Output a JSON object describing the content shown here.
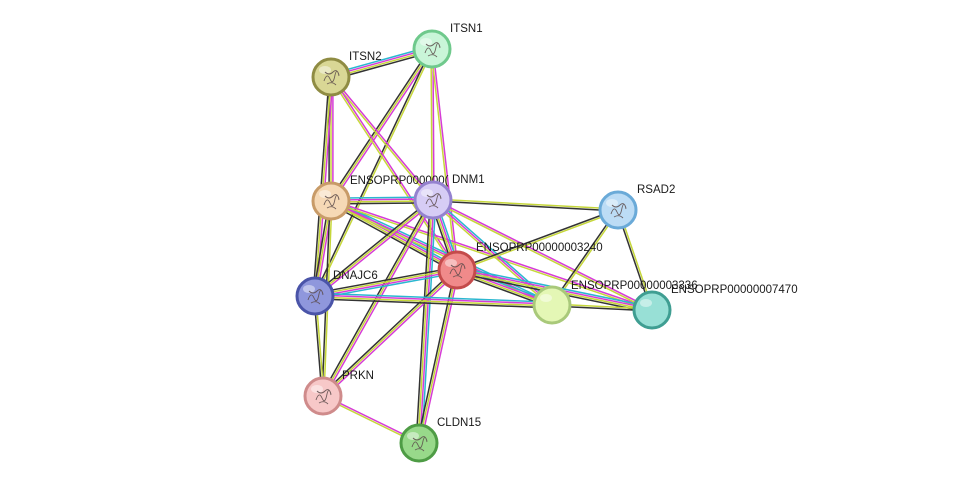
{
  "network": {
    "nodes": [
      {
        "id": "ITSN1",
        "label": "ITSN1",
        "fill": "#c9f5d8",
        "stroke": "#6fc98c",
        "icon": "protein-structure-icon"
      },
      {
        "id": "ITSN2",
        "label": "ITSN2",
        "fill": "#d9d795",
        "stroke": "#8f8c43",
        "icon": "protein-structure-icon"
      },
      {
        "id": "ENSOPRP_A",
        "label": "ENSOPRP000000(",
        "fill": "#f6d9b6",
        "stroke": "#c89b68",
        "icon": "protein-structure-icon"
      },
      {
        "id": "DNM1",
        "label": "DNM1",
        "fill": "#d6ccf5",
        "stroke": "#9482cf",
        "icon": "protein-structure-icon"
      },
      {
        "id": "RSAD2",
        "label": "RSAD2",
        "fill": "#bcdcf5",
        "stroke": "#6aaad8",
        "icon": "protein-structure-icon"
      },
      {
        "id": "ENSOPRP00000003240",
        "label": "ENSOPRP00000003240",
        "fill": "#f08a8a",
        "stroke": "#c44b4b",
        "icon": "protein-structure-icon"
      },
      {
        "id": "DNAJC6",
        "label": "DNAJC6",
        "fill": "#8f97dc",
        "stroke": "#4a54a8",
        "icon": "protein-structure-icon"
      },
      {
        "id": "ENSOPRP_B",
        "label": "ENSOPRP00000003336",
        "fill": "#e4f7b5",
        "stroke": "#a9c97a",
        "icon": "none"
      },
      {
        "id": "ENSOPRP00000007470",
        "label": "ENSOPRP00000007470",
        "fill": "#98e0d6",
        "stroke": "#3f9e92",
        "icon": "none"
      },
      {
        "id": "PRKN",
        "label": "PRKN",
        "fill": "#f7c8c8",
        "stroke": "#cf8b8b",
        "icon": "protein-structure-icon"
      },
      {
        "id": "CLDN15",
        "label": "CLDN15",
        "fill": "#98d98a",
        "stroke": "#4e9c45",
        "icon": "protein-structure-icon"
      }
    ],
    "edges": [
      {
        "from": "ITSN2",
        "to": "ITSN1",
        "evidence": [
          "db",
          "exp",
          "text",
          "coexp"
        ]
      },
      {
        "from": "ITSN1",
        "to": "ENSOPRP_A",
        "evidence": [
          "exp",
          "text",
          "coexp"
        ]
      },
      {
        "from": "ITSN1",
        "to": "DNM1",
        "evidence": [
          "exp",
          "text"
        ]
      },
      {
        "from": "ITSN1",
        "to": "DNAJC6",
        "evidence": [
          "text",
          "coexp"
        ]
      },
      {
        "from": "ITSN1",
        "to": "ENSOPRP00000003240",
        "evidence": [
          "exp",
          "text"
        ]
      },
      {
        "from": "ITSN2",
        "to": "ENSOPRP_A",
        "evidence": [
          "exp",
          "text",
          "coexp"
        ]
      },
      {
        "from": "ITSN2",
        "to": "DNM1",
        "evidence": [
          "exp",
          "text"
        ]
      },
      {
        "from": "ITSN2",
        "to": "DNAJC6",
        "evidence": [
          "exp",
          "text",
          "coexp"
        ]
      },
      {
        "from": "ITSN2",
        "to": "ENSOPRP00000003240",
        "evidence": [
          "exp",
          "text"
        ]
      },
      {
        "from": "ENSOPRP_A",
        "to": "DNM1",
        "evidence": [
          "db",
          "exp",
          "text",
          "coexp"
        ]
      },
      {
        "from": "ENSOPRP_A",
        "to": "ENSOPRP00000003240",
        "evidence": [
          "db",
          "exp",
          "text",
          "coexp"
        ]
      },
      {
        "from": "ENSOPRP_A",
        "to": "DNAJC6",
        "evidence": [
          "exp",
          "text",
          "coexp"
        ]
      },
      {
        "from": "ENSOPRP_A",
        "to": "ENSOPRP_B",
        "evidence": [
          "db",
          "exp",
          "text"
        ]
      },
      {
        "from": "ENSOPRP_A",
        "to": "ENSOPRP00000007470",
        "evidence": [
          "exp",
          "text"
        ]
      },
      {
        "from": "ENSOPRP_A",
        "to": "PRKN",
        "evidence": [
          "text",
          "coexp"
        ]
      },
      {
        "from": "DNM1",
        "to": "RSAD2",
        "evidence": [
          "text",
          "coexp"
        ]
      },
      {
        "from": "DNM1",
        "to": "ENSOPRP00000003240",
        "evidence": [
          "db",
          "exp",
          "text",
          "coexp"
        ]
      },
      {
        "from": "DNM1",
        "to": "DNAJC6",
        "evidence": [
          "exp",
          "text",
          "coexp"
        ]
      },
      {
        "from": "DNM1",
        "to": "ENSOPRP_B",
        "evidence": [
          "db",
          "exp",
          "text"
        ]
      },
      {
        "from": "DNM1",
        "to": "ENSOPRP00000007470",
        "evidence": [
          "exp",
          "text"
        ]
      },
      {
        "from": "DNM1",
        "to": "PRKN",
        "evidence": [
          "exp",
          "text",
          "coexp"
        ]
      },
      {
        "from": "DNM1",
        "to": "CLDN15",
        "evidence": [
          "db",
          "exp",
          "text",
          "coexp"
        ]
      },
      {
        "from": "RSAD2",
        "to": "ENSOPRP00000003240",
        "evidence": [
          "text",
          "coexp"
        ]
      },
      {
        "from": "RSAD2",
        "to": "ENSOPRP_B",
        "evidence": [
          "text",
          "coexp"
        ]
      },
      {
        "from": "RSAD2",
        "to": "ENSOPRP00000007470",
        "evidence": [
          "text",
          "coexp"
        ]
      },
      {
        "from": "ENSOPRP00000003240",
        "to": "DNAJC6",
        "evidence": [
          "db",
          "exp",
          "text",
          "coexp"
        ]
      },
      {
        "from": "ENSOPRP00000003240",
        "to": "ENSOPRP_B",
        "evidence": [
          "db",
          "exp",
          "text",
          "coexp"
        ]
      },
      {
        "from": "ENSOPRP00000003240",
        "to": "ENSOPRP00000007470",
        "evidence": [
          "db",
          "exp",
          "text",
          "coexp"
        ]
      },
      {
        "from": "ENSOPRP00000003240",
        "to": "PRKN",
        "evidence": [
          "exp",
          "text",
          "coexp"
        ]
      },
      {
        "from": "ENSOPRP00000003240",
        "to": "CLDN15",
        "evidence": [
          "exp",
          "text",
          "coexp"
        ]
      },
      {
        "from": "DNAJC6",
        "to": "ENSOPRP_B",
        "evidence": [
          "db",
          "exp",
          "text",
          "coexp"
        ]
      },
      {
        "from": "DNAJC6",
        "to": "PRKN",
        "evidence": [
          "text",
          "coexp"
        ]
      },
      {
        "from": "ENSOPRP_B",
        "to": "ENSOPRP00000007470",
        "evidence": [
          "text",
          "coexp"
        ]
      },
      {
        "from": "PRKN",
        "to": "CLDN15",
        "evidence": [
          "exp",
          "text"
        ]
      }
    ]
  },
  "colors": {
    "edge_db": "#2bb7d0",
    "edge_exp": "#d63cd6",
    "edge_text": "#c6d73a",
    "edge_coexp": "#333333"
  }
}
